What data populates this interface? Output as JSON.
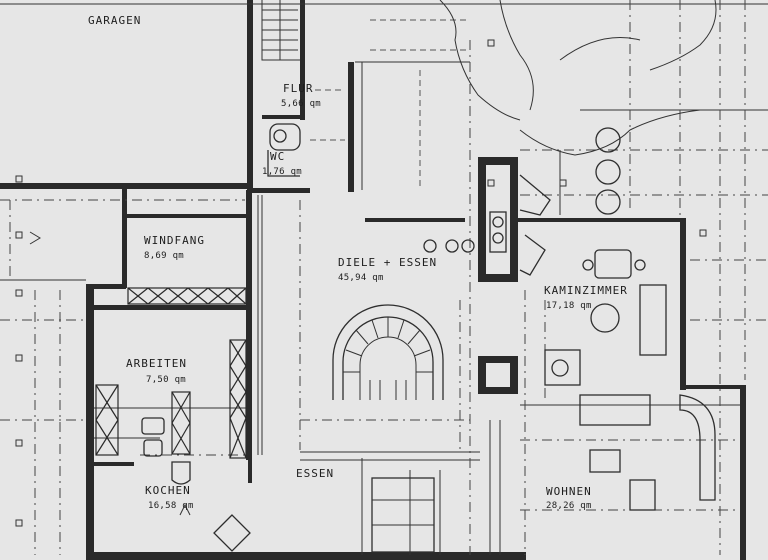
{
  "rooms": {
    "garage": {
      "name": "GARAGEN"
    },
    "flur": {
      "name": "FLUR",
      "area": "5,66 qm"
    },
    "wc": {
      "name": "WC",
      "area": "1,76 qm"
    },
    "windfang": {
      "name": "WINDFANG",
      "area": "8,69 qm"
    },
    "diele": {
      "name": "DIELE + ESSEN",
      "area": "45,94 qm"
    },
    "kamin": {
      "name": "KAMINZIMMER",
      "area": "17,18 qm"
    },
    "arbeiten": {
      "name": "ARBEITEN",
      "area": "7,50 qm"
    },
    "essen": {
      "name": "ESSEN"
    },
    "kochen": {
      "name": "KOCHEN",
      "area": "16,58 qm"
    },
    "wohnen": {
      "name": "WOHNEN",
      "area": "28,26 qm"
    }
  },
  "colors": {
    "paper": "#e6e6e6",
    "ink": "#2a2a2a"
  }
}
